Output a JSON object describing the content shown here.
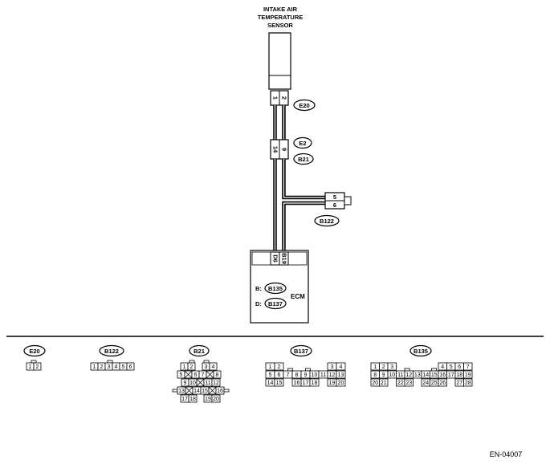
{
  "sensor": {
    "title_lines": [
      "INTAKE AIR",
      "TEMPERATURE",
      "SENSOR"
    ]
  },
  "labels": {
    "e20": "E20",
    "e2": "E2",
    "b21": "B21",
    "b122": "B122",
    "ecm": "ECM",
    "b_prefix": "B:",
    "d_prefix": "D:",
    "b135": "B135",
    "b137": "B137"
  },
  "pins": {
    "e20_pin1": "1",
    "e20_pin2": "2",
    "b21_pin14": "14",
    "b21_pin9": "9",
    "b122_pin5": "5",
    "b122_pin6": "6",
    "ecm_d6": "D6",
    "ecm_b19": "B19"
  },
  "connector_views": {
    "e20": {
      "label": "E20",
      "cells": [
        "1",
        "2"
      ]
    },
    "b122": {
      "label": "B122",
      "cells": [
        "1",
        "2",
        "3",
        "4",
        "5",
        "6"
      ]
    },
    "b21": {
      "label": "B21",
      "cells": [
        "1",
        "2",
        "3",
        "4",
        "5",
        "6",
        "7",
        "8",
        "9",
        "10",
        "11",
        "12",
        "13",
        "14",
        "15",
        "16",
        "17",
        "18",
        "19",
        "20"
      ]
    },
    "b137": {
      "label": "B137",
      "cells": [
        "1",
        "2",
        "3",
        "4",
        "5",
        "6",
        "7",
        "8",
        "9",
        "10",
        "11",
        "12",
        "13",
        "14",
        "15",
        "16",
        "17",
        "18",
        "19",
        "20"
      ]
    },
    "b135": {
      "label": "B135",
      "cells": [
        "1",
        "2",
        "3",
        "4",
        "5",
        "6",
        "7",
        "8",
        "9",
        "10",
        "11",
        "12",
        "13",
        "14",
        "15",
        "16",
        "17",
        "18",
        "19",
        "20",
        "21",
        "22",
        "23",
        "24",
        "25",
        "26",
        "27",
        "28"
      ]
    }
  },
  "doc_code": "EN-04007"
}
